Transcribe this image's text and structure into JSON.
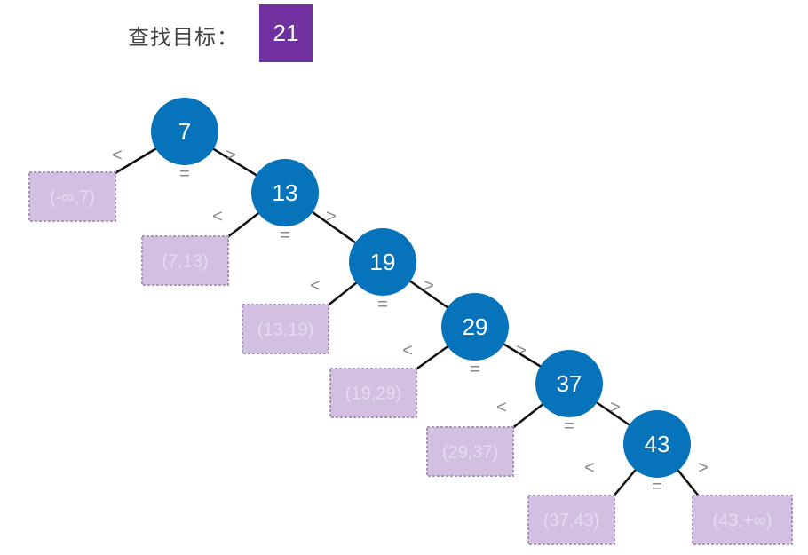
{
  "header": {
    "target_label": "查找目标：",
    "target_value": "21"
  },
  "symbols": {
    "less": "<",
    "equal": "=",
    "greater": ">"
  },
  "tree": {
    "nodes": [
      "7",
      "13",
      "19",
      "29",
      "37",
      "43"
    ],
    "leaves": [
      "(-∞,7)",
      "(7,13)",
      "(13,19)",
      "(19,29)",
      "(29,37)",
      "(37,43)",
      "(43,+∞)"
    ]
  },
  "colors": {
    "node": "#0773bb",
    "edge": "#111111",
    "leaf_fill": "#d2bfe2",
    "leaf_border": "#a898b8",
    "target": "#7030a0"
  }
}
